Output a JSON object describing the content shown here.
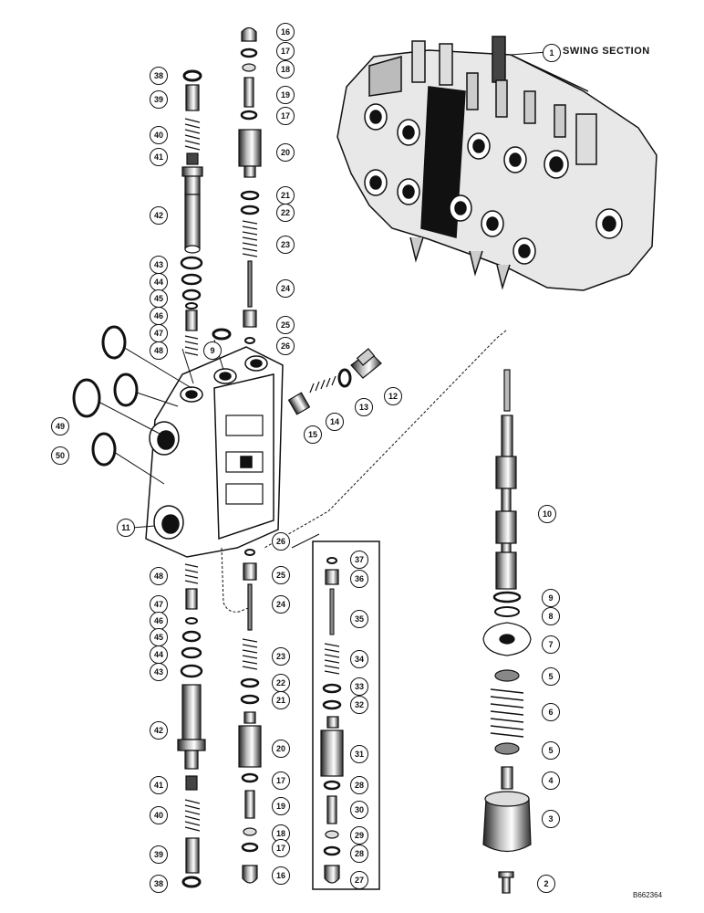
{
  "assembly_label": "SWING SECTION",
  "assembly_callout": "1",
  "figure_ref": "B662364",
  "callouts": [
    "16",
    "17",
    "18",
    "19",
    "17",
    "20",
    "21",
    "22",
    "23",
    "24",
    "25",
    "26",
    "38",
    "39",
    "40",
    "41",
    "42",
    "43",
    "44",
    "45",
    "46",
    "47",
    "48",
    "9",
    "12",
    "13",
    "14",
    "15",
    "49",
    "50",
    "11",
    "10",
    "26",
    "25",
    "24",
    "23",
    "22",
    "21",
    "20",
    "17",
    "19",
    "18",
    "17",
    "16",
    "37",
    "36",
    "35",
    "34",
    "33",
    "32",
    "31",
    "28",
    "30",
    "29",
    "28",
    "27",
    "48",
    "47",
    "46",
    "45",
    "44",
    "43",
    "42",
    "41",
    "40",
    "39",
    "38",
    "9",
    "8",
    "7",
    "5",
    "6",
    "5",
    "4",
    "3",
    "2"
  ]
}
